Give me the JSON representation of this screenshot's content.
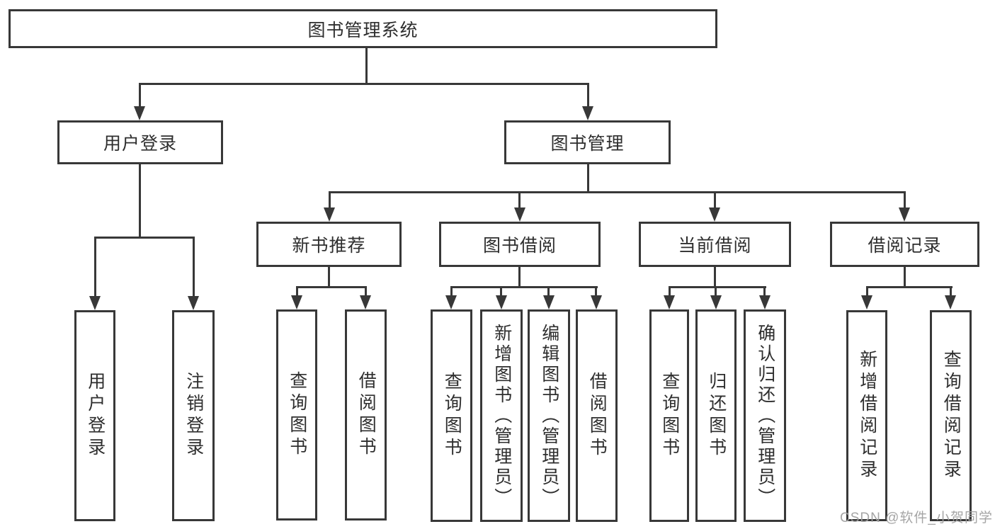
{
  "diagram": {
    "root": {
      "label": "图书管理系统"
    },
    "level2": [
      {
        "label": "用户登录"
      },
      {
        "label": "图书管理"
      }
    ],
    "level3": [
      {
        "label": "新书推荐"
      },
      {
        "label": "图书借阅"
      },
      {
        "label": "当前借阅"
      },
      {
        "label": "借阅记录"
      }
    ],
    "leaves": {
      "user_login_group": [
        {
          "label": "用户登录"
        },
        {
          "label": "注销登录"
        }
      ],
      "new_book_recommendation": [
        {
          "label": "查询图书"
        },
        {
          "label": "借阅图书"
        }
      ],
      "book_borrowing": [
        {
          "label": "查询图书"
        },
        {
          "label": "新增图书（管理员）"
        },
        {
          "label": "编辑图书（管理员）"
        },
        {
          "label": "借阅图书"
        }
      ],
      "current_borrowing": [
        {
          "label": "查询图书"
        },
        {
          "label": "归还图书"
        },
        {
          "label": "确认归还（管理员）"
        }
      ],
      "borrowing_records": [
        {
          "label": "新增借阅记录"
        },
        {
          "label": "查询借阅记录"
        }
      ]
    }
  },
  "watermark": {
    "text": "CSDN @软件_小贺同学"
  },
  "colors": {
    "line": "#383838",
    "text": "#2e2e2e",
    "background": "#ffffff",
    "watermark": "#a0a0a0"
  }
}
